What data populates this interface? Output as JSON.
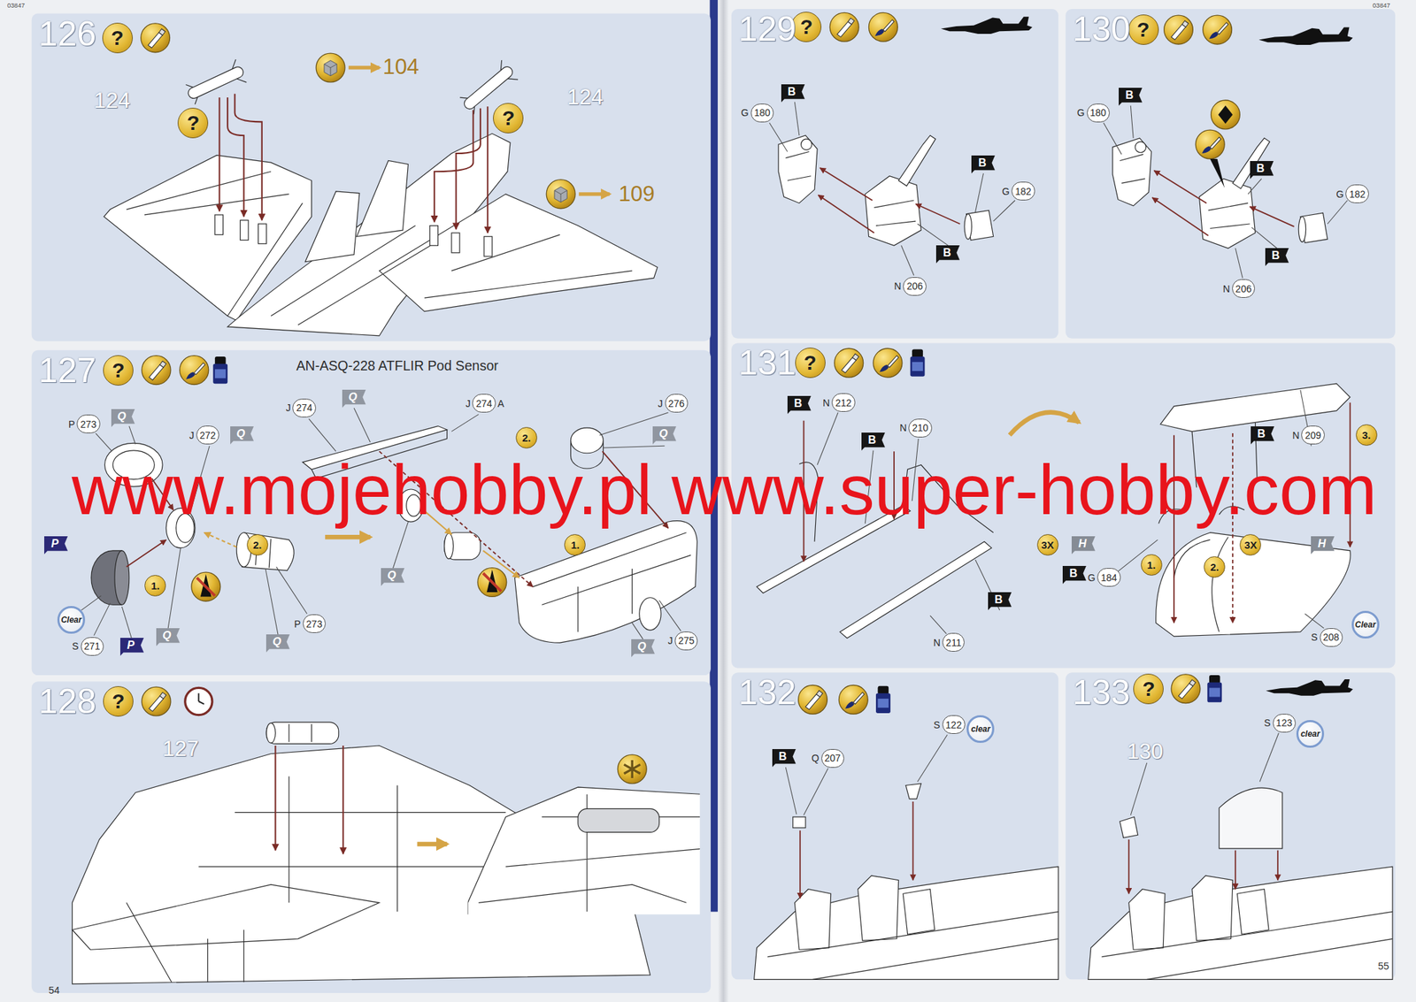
{
  "diagram": {
    "nodes": [
      {
        "text": [
          "126"
        ]
      },
      {
        "text": [
          "?"
        ],
        "in": 0
      },
      {
        "text": [
          "?"
        ],
        "in": 0
      },
      {
        "text": [
          "?"
        ],
        "in": 0
      },
      {
        "text": [
          "127"
        ]
      },
      {
        "text": [
          "?"
        ],
        "in": 4
      },
      {
        "text": [
          "P",
          "273"
        ],
        "in": 4
      },
      {
        "text": [
          "Q"
        ],
        "in": 4
      },
      {
        "text": [
          "J",
          "272"
        ],
        "in": 4
      },
      {
        "text": [
          "Q"
        ],
        "in": 4
      },
      {
        "text": [
          "2."
        ],
        "in": 4
      },
      {
        "text": [
          "P"
        ],
        "in": 4
      },
      {
        "text": [
          "1."
        ],
        "in": 4
      },
      {
        "text": [
          "Clear"
        ],
        "in": 4
      },
      {
        "text": [
          "S",
          "271"
        ],
        "in": 4
      },
      {
        "text": [
          "P"
        ],
        "in": 4
      },
      {
        "text": [
          "Q"
        ],
        "in": 4
      },
      {
        "text": [
          "Q"
        ],
        "in": 4
      },
      {
        "text": [
          "P",
          "273"
        ],
        "in": 4
      },
      {
        "text": [
          "J",
          "274"
        ],
        "in": 4
      },
      {
        "text": [
          "Q"
        ],
        "in": 4
      },
      {
        "text": [
          "J",
          "274",
          "A"
        ],
        "in": 4
      },
      {
        "text": [
          "J",
          "276"
        ],
        "in": 4
      },
      {
        "text": [
          "2."
        ],
        "in": 4
      },
      {
        "text": [
          "Q"
        ],
        "in": 4
      },
      {
        "text": [
          "1."
        ],
        "in": 4
      },
      {
        "text": [
          "Q"
        ],
        "in": 4
      },
      {
        "text": [
          "Q"
        ],
        "in": 4
      },
      {
        "text": [
          "J",
          "275"
        ],
        "in": 4
      },
      {
        "text": [
          "128"
        ]
      },
      {
        "text": [
          "?"
        ],
        "in": 29
      },
      {
        "text": [
          "129"
        ]
      },
      {
        "text": [
          "?"
        ],
        "in": 31
      },
      {
        "text": [
          "B"
        ],
        "in": 31
      },
      {
        "text": [
          "G",
          "180"
        ],
        "in": 31
      },
      {
        "text": [
          "B"
        ],
        "in": 31
      },
      {
        "text": [
          "G",
          "182"
        ],
        "in": 31
      },
      {
        "text": [
          "B"
        ],
        "in": 31
      },
      {
        "text": [
          "N",
          "206"
        ],
        "in": 31
      },
      {
        "text": [
          "130"
        ]
      },
      {
        "text": [
          "?"
        ],
        "in": 39
      },
      {
        "text": [
          "B"
        ],
        "in": 39
      },
      {
        "text": [
          "G",
          "180"
        ],
        "in": 39
      },
      {
        "text": [
          "B"
        ],
        "in": 39
      },
      {
        "text": [
          "G",
          "182"
        ],
        "in": 39
      },
      {
        "text": [
          "B"
        ],
        "in": 39
      },
      {
        "text": [
          "N",
          "206"
        ],
        "in": 39
      },
      {
        "text": [
          "131"
        ]
      },
      {
        "text": [
          "?"
        ],
        "in": 47
      },
      {
        "text": [
          "B"
        ],
        "in": 47
      },
      {
        "text": [
          "N",
          "212"
        ],
        "in": 47
      },
      {
        "text": [
          "N",
          "210"
        ],
        "in": 47
      },
      {
        "text": [
          "B"
        ],
        "in": 47
      },
      {
        "text": [
          "B"
        ],
        "in": 47
      },
      {
        "text": [
          "N",
          "209"
        ],
        "in": 47
      },
      {
        "text": [
          "3."
        ],
        "in": 47
      },
      {
        "text": [
          "3X"
        ],
        "in": 47
      },
      {
        "text": [
          "H"
        ],
        "in": 47
      },
      {
        "text": [
          "3X"
        ],
        "in": 47
      },
      {
        "text": [
          "H"
        ],
        "in": 47
      },
      {
        "text": [
          "B"
        ],
        "in": 47
      },
      {
        "text": [
          "G",
          "184"
        ],
        "in": 47
      },
      {
        "text": [
          "1."
        ],
        "in": 47
      },
      {
        "text": [
          "2."
        ],
        "in": 47
      },
      {
        "text": [
          "B"
        ],
        "in": 47
      },
      {
        "text": [
          "N",
          "211"
        ],
        "in": 47
      },
      {
        "text": [
          "S",
          "208"
        ],
        "in": 47
      },
      {
        "text": [
          "Clear"
        ],
        "in": 47
      },
      {
        "text": [
          "132"
        ]
      },
      {
        "text": [
          "B"
        ],
        "in": 68
      },
      {
        "text": [
          "Q",
          "207"
        ],
        "in": 68
      },
      {
        "text": [
          "S",
          "122"
        ],
        "in": 68
      },
      {
        "text": [
          "clear"
        ],
        "in": 68
      },
      {
        "text": [
          "133"
        ]
      },
      {
        "text": [
          "?"
        ],
        "in": 73
      },
      {
        "text": [
          "S",
          "123"
        ],
        "in": 73
      },
      {
        "text": [
          "clear"
        ],
        "in": 73
      }
    ],
    "labels": [
      "03847",
      "03847",
      "124",
      "104",
      "124",
      "109",
      "AN-ASQ-228 ATFLIR Pod Sensor",
      "127",
      "130",
      "www.mojehobby.pl www.super-hobby.com",
      "54",
      "55"
    ]
  }
}
